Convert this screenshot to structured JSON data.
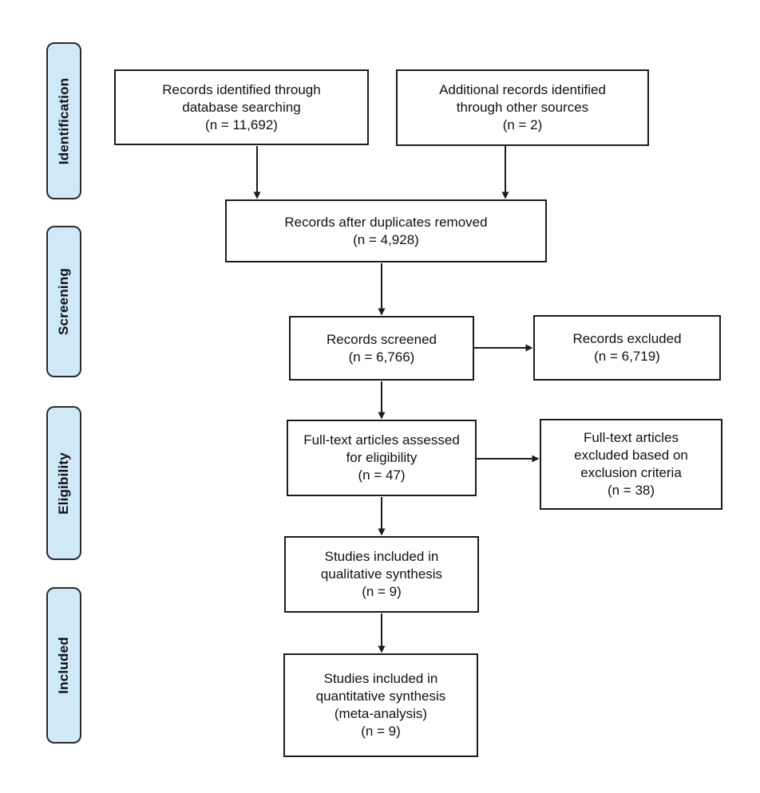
{
  "figure": {
    "kind": "prisma-flow-diagram",
    "stages": [
      {
        "label": "Identification"
      },
      {
        "label": "Screening"
      },
      {
        "label": "Eligibility"
      },
      {
        "label": "Included"
      }
    ],
    "boxes": {
      "records_identified": {
        "text": "Records identified through\ndatabase searching\n(n = 11,692)",
        "n": "11,692"
      },
      "additional_records": {
        "text": "Additional records identified\nthrough other sources\n(n = 2)",
        "n": "2"
      },
      "duplicates_removed": {
        "text": "Records after duplicates removed\n(n = 4,928)",
        "n": "4,928"
      },
      "records_screened": {
        "text": "Records screened\n(n = 6,766)",
        "n": "6,766"
      },
      "records_excluded": {
        "text": "Records excluded\n(n = 6,719)",
        "n": "6,719"
      },
      "fulltext_assessed": {
        "text": "Full-text articles assessed\nfor eligibility\n(n = 47)",
        "n": "47"
      },
      "fulltext_excluded": {
        "text": "Full-text articles\nexcluded based on\nexclusion criteria\n(n = 38)",
        "n": "38"
      },
      "qualitative": {
        "text": "Studies included in\nqualitative synthesis\n(n = 9)",
        "n": "9"
      },
      "quantitative": {
        "text": "Studies included in\nquantitative synthesis\n(meta-analysis)\n(n = 9)",
        "n": "9"
      }
    }
  },
  "colors": {
    "stage-fill": "#cfe9f8",
    "stage-border": "#2b2b2b",
    "box-fill": "#ffffff",
    "box-border": "#1c1c1c",
    "arrow": "#1c1c1c",
    "text": "#111111",
    "page-bg": "#ffffff"
  }
}
